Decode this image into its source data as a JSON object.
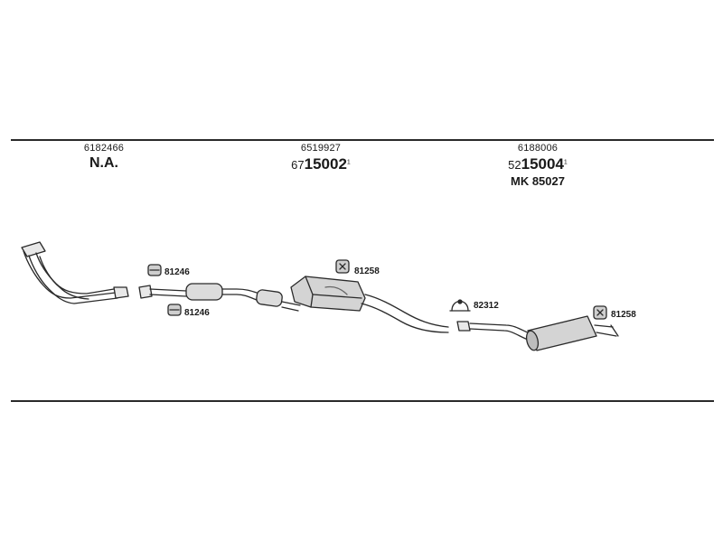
{
  "sections": [
    {
      "oe_number": "6182466",
      "main_label": "N.A."
    },
    {
      "oe_number": "6519927",
      "prefix": "67",
      "part_number": "15002",
      "sup": "1"
    },
    {
      "oe_number": "6188006",
      "prefix": "52",
      "part_number": "15004",
      "sup": "1",
      "mk_label": "MK 85027"
    }
  ],
  "callouts": {
    "clamp_upper": "81246",
    "clamp_lower": "81246",
    "hanger_mid": "81258",
    "clamp_rear": "82312",
    "hanger_rear": "81258"
  }
}
